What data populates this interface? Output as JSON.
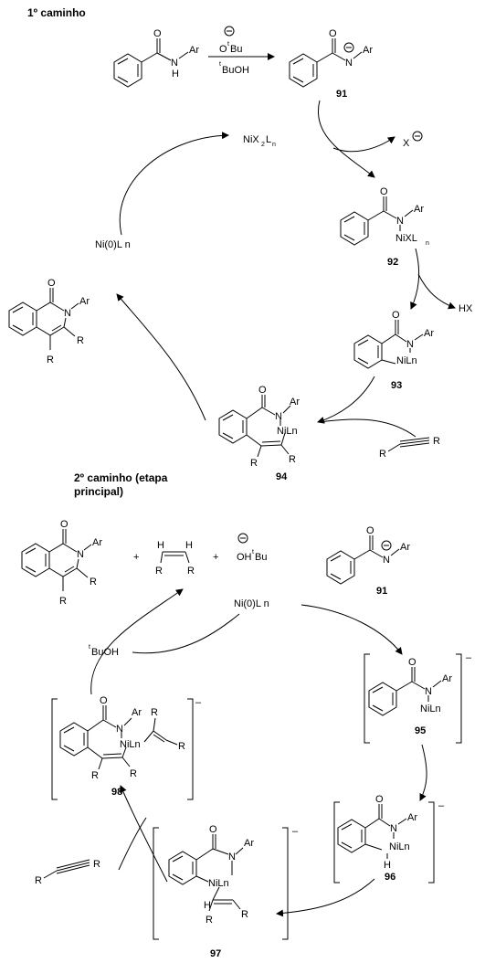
{
  "route1": {
    "title": "1º caminho"
  },
  "route2": {
    "title_line1": "2º caminho  (etapa",
    "title_line2": "principal)"
  },
  "labels": {
    "ar": "Ar",
    "n": "N",
    "h": "H",
    "r": "R",
    "o": "O",
    "base": "O",
    "base_sup": "t",
    "base_tail": "Bu",
    "acid_sup": "t",
    "acid": "BuOH",
    "acid2": "BuOH",
    "nicat": "NiX",
    "nicat_sub1": "2",
    "nicat_mid": "L",
    "nicat_sub2": "n",
    "ni0": "Ni(0)L n",
    "ni0b": "Ni(0)L n",
    "x_anion": "X",
    "hx": "HX",
    "nixl": "NiXL",
    "nixl_sub": "n",
    "niln": "NiLn",
    "oh": "OH",
    "oh_tail": "Bu",
    "plus": "+",
    "minus": "–",
    "charge": "−"
  },
  "compounds": [
    "91",
    "92",
    "93",
    "94",
    "91",
    "95",
    "96",
    "97",
    "98"
  ]
}
